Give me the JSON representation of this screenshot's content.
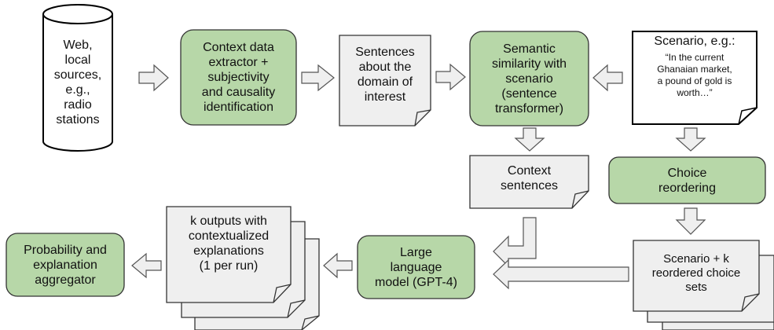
{
  "nodes": {
    "source": [
      "Web,",
      "local",
      "sources,",
      "e.g.,",
      "radio",
      "stations"
    ],
    "extractor": [
      "Context data",
      "extractor +",
      "subjectivity",
      "and causality",
      "identification"
    ],
    "sentences_domain": [
      "Sentences",
      "about the",
      "domain of",
      "interest"
    ],
    "semantic": [
      "Semantic",
      "similarity with",
      "scenario",
      "(sentence",
      "transformer)"
    ],
    "scenario_title": "Scenario, e.g.:",
    "scenario_quote": [
      "“In the current",
      "Ghanaian market,",
      "a pound of gold is",
      "worth…”"
    ],
    "context_sentences": [
      "Context",
      "sentences"
    ],
    "choice_reordering": [
      "Choice",
      "reordering"
    ],
    "scenario_k": [
      "Scenario + k",
      "reordered choice",
      "sets"
    ],
    "llm": [
      "Large",
      "language",
      "model (GPT-4)"
    ],
    "k_outputs": [
      "k outputs with",
      "contextualized",
      "explanations",
      "(1 per run)"
    ],
    "aggregator": [
      "Probability and",
      "explanation",
      "aggregator"
    ]
  },
  "colors": {
    "process_fill": "#b7d7a8",
    "document_fill": "#efefef",
    "stroke": "#333333",
    "arrow_fill": "#efefef"
  }
}
